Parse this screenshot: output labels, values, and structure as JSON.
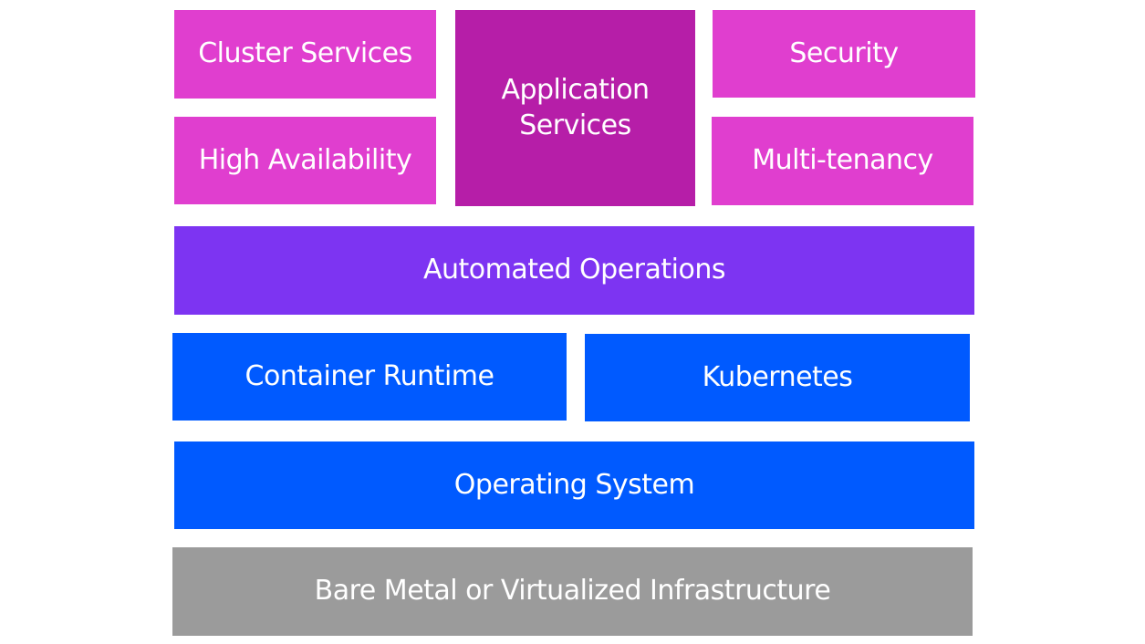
{
  "colors": {
    "magenta": "#e03ecf",
    "dark_magenta": "#b61ea8",
    "purple": "#7d34f2",
    "blue": "#005aff",
    "gray": "#9b9b9b",
    "text": "#ffffff"
  },
  "diagram": {
    "blocks": {
      "cluster_services": "Cluster Services",
      "application_services_line1": "Application",
      "application_services_line2": "Services",
      "security": "Security",
      "high_availability": "High Availability",
      "multi_tenancy": "Multi-tenancy",
      "automated_operations": "Automated Operations",
      "container_runtime": "Container Runtime",
      "kubernetes": "Kubernetes",
      "operating_system": "Operating System",
      "infrastructure": "Bare Metal or Virtualized Infrastructure"
    }
  }
}
